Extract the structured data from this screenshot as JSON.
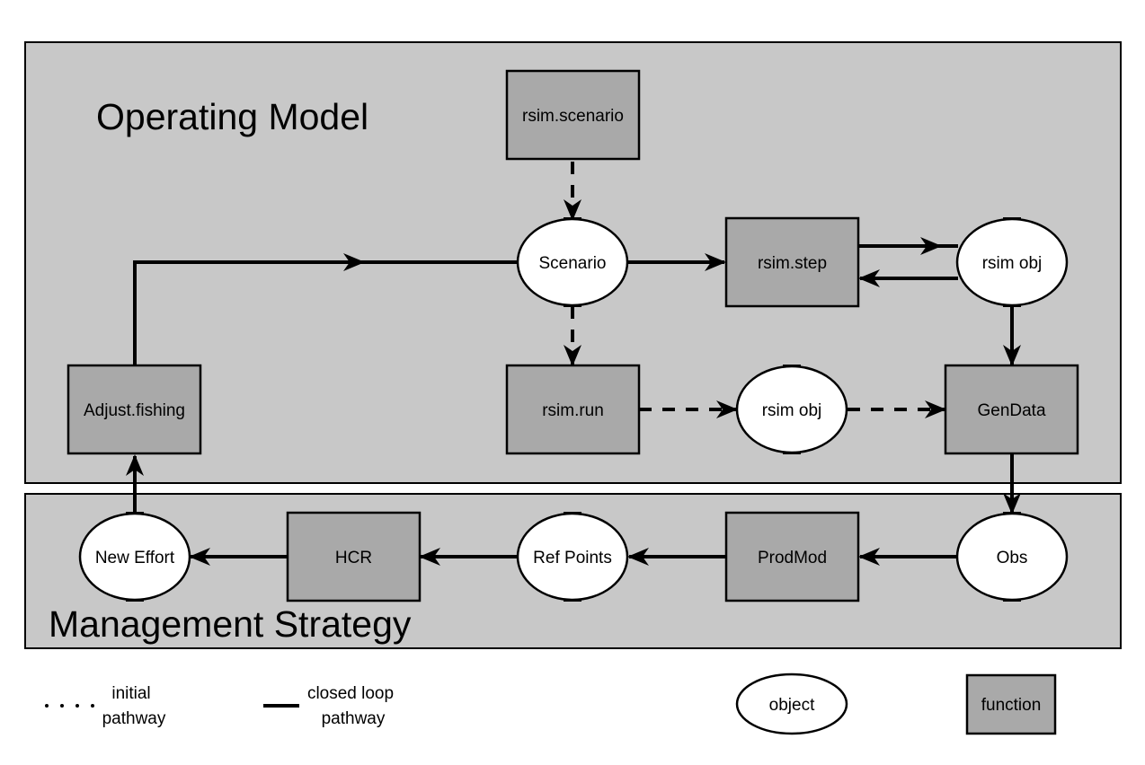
{
  "sections": {
    "operating_model": "Operating Model",
    "management_strategy": "Management Strategy"
  },
  "nodes": {
    "rsim_scenario": "rsim.scenario",
    "scenario": "Scenario",
    "rsim_step": "rsim.step",
    "rsim_obj_top": "rsim obj",
    "adjust_fishing": "Adjust.fishing",
    "rsim_run": "rsim.run",
    "rsim_obj_mid": "rsim obj",
    "gendata": "GenData",
    "new_effort": "New Effort",
    "hcr": "HCR",
    "ref_points": "Ref Points",
    "prodmod": "ProdMod",
    "obs": "Obs"
  },
  "legend": {
    "initial_line1": "initial",
    "initial_line2": "pathway",
    "closed_line1": "closed loop",
    "closed_line2": "pathway",
    "object": "object",
    "function": "function"
  }
}
